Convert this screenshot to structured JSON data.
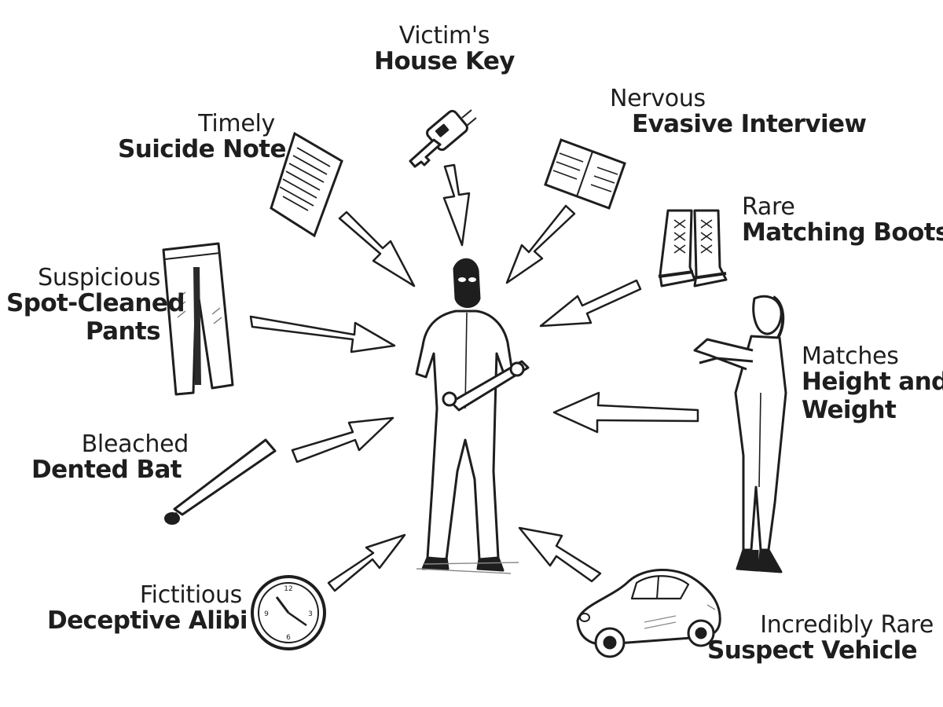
{
  "evidence": [
    {
      "id": "victims-house-key",
      "qualifier": "Victim's",
      "main": [
        "House Key"
      ],
      "icon": "key-icon"
    },
    {
      "id": "nervous-evasive-interview",
      "qualifier": "Nervous",
      "main": [
        "Evasive Interview"
      ],
      "icon": "interview-notes-icon"
    },
    {
      "id": "timely-suicide-note",
      "qualifier": "Timely",
      "main": [
        "Suicide Note"
      ],
      "icon": "note-paper-icon"
    },
    {
      "id": "rare-matching-boots",
      "qualifier": "Rare",
      "main": [
        "Matching Boots"
      ],
      "icon": "boots-icon"
    },
    {
      "id": "suspicious-spot-cleaned-pants",
      "qualifier": "Suspicious",
      "main": [
        "Spot-Cleaned",
        "Pants"
      ],
      "icon": "pants-icon"
    },
    {
      "id": "matches-height-weight",
      "qualifier": "Matches",
      "main": [
        "Height and",
        "Weight"
      ],
      "icon": "witness-pointing-icon"
    },
    {
      "id": "bleached-dented-bat",
      "qualifier": "Bleached",
      "main": [
        "Dented Bat"
      ],
      "icon": "bat-icon"
    },
    {
      "id": "fictitious-deceptive-alibi",
      "qualifier": "Fictitious",
      "main": [
        "Deceptive Alibi"
      ],
      "icon": "clock-icon"
    },
    {
      "id": "incredibly-rare-suspect-vehicle",
      "qualifier": "Incredibly Rare",
      "main": [
        "Suspect Vehicle"
      ],
      "icon": "car-icon"
    }
  ],
  "center_figure": {
    "icon": "masked-suspect-icon"
  },
  "colors": {
    "ink": "#1e1e1e",
    "shade": "#8a8a8a",
    "paper": "#ffffff"
  }
}
